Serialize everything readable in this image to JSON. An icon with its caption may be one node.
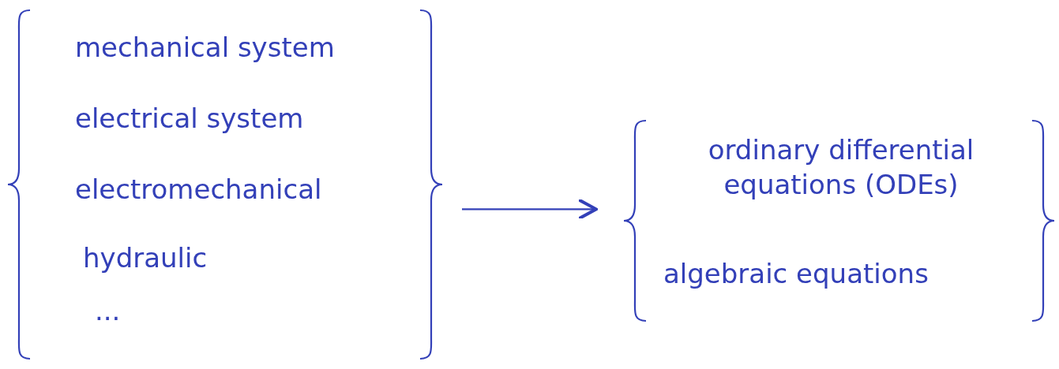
{
  "diagram": {
    "nodes": [
      {
        "text": [
          "mechanical system",
          "electrical system",
          "electromechanical",
          "hydraulic",
          "..."
        ]
      },
      {
        "text": [
          "ordinary differential equations (ODEs)",
          "algebraic equations"
        ]
      }
    ],
    "edges": [
      {
        "from": 0,
        "to": 1,
        "arrow": "to"
      }
    ]
  }
}
